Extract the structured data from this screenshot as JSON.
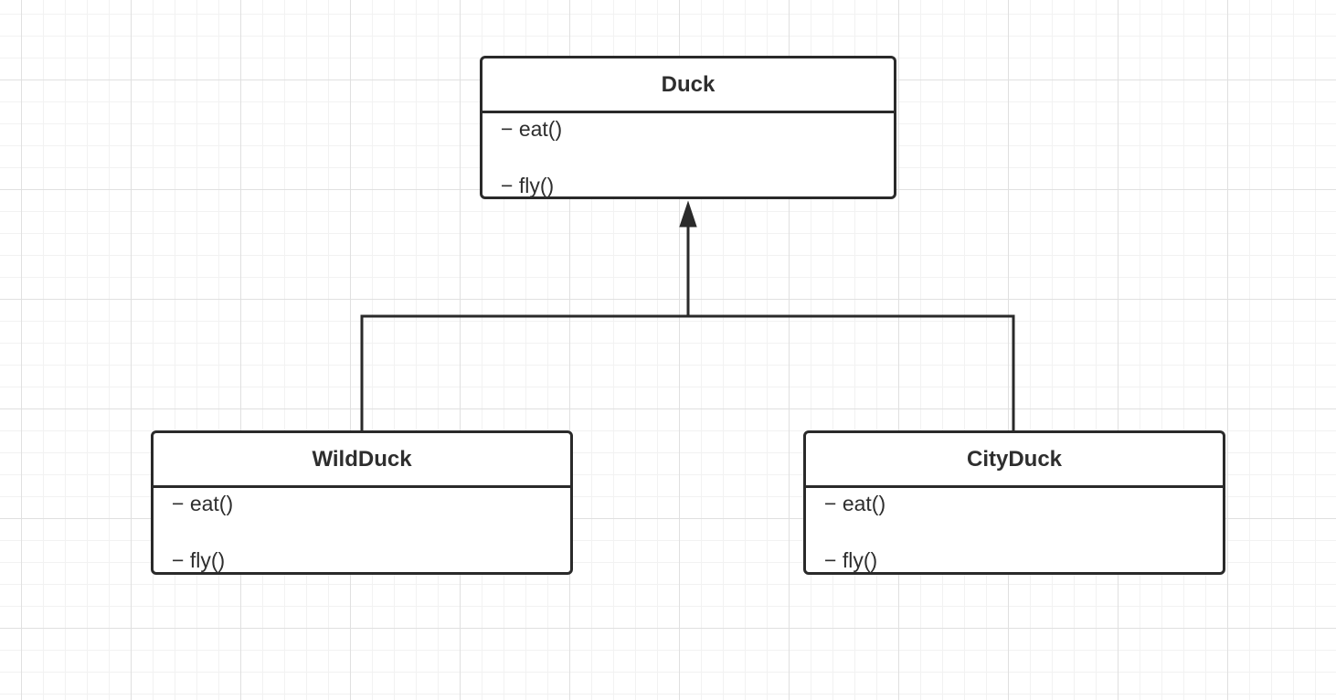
{
  "diagram": {
    "type": "uml-class-inheritance",
    "classes": [
      {
        "name": "Duck",
        "methods": [
          "− eat()",
          "− fly()"
        ]
      },
      {
        "name": "WildDuck",
        "methods": [
          "− eat()",
          "− fly()"
        ]
      },
      {
        "name": "CityDuck",
        "methods": [
          "− eat()",
          "− fly()"
        ]
      }
    ],
    "relations": [
      {
        "kind": "generalization",
        "from": "WildDuck",
        "to": "Duck"
      },
      {
        "kind": "generalization",
        "from": "CityDuck",
        "to": "Duck"
      }
    ],
    "colors": {
      "stroke": "#2a2a2a",
      "text": "#2e2e2e",
      "grid_major": "#e0e0e0",
      "grid_minor": "#f2f2f2",
      "background": "#ffffff"
    }
  }
}
